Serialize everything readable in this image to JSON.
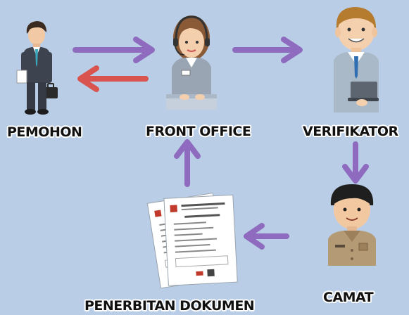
{
  "actors": {
    "pemohon": {
      "label": "PEMOHON",
      "icon": "businessman-with-briefcase-icon"
    },
    "front_office": {
      "label": "FRONT OFFICE",
      "icon": "receptionist-with-headset-icon"
    },
    "verifikator": {
      "label": "VERIFIKATOR",
      "icon": "man-with-laptop-icon"
    },
    "camat": {
      "label": "CAMAT",
      "icon": "civil-servant-icon"
    },
    "penerbitan": {
      "label": "PENERBITAN DOKUMEN",
      "icon": "documents-icon"
    }
  },
  "arrows": [
    {
      "from": "PEMOHON",
      "to": "FRONT OFFICE",
      "color": "#8e6bbf"
    },
    {
      "from": "FRONT OFFICE",
      "to": "PEMOHON",
      "color": "#d9534f"
    },
    {
      "from": "FRONT OFFICE",
      "to": "VERIFIKATOR",
      "color": "#8e6bbf"
    },
    {
      "from": "VERIFIKATOR",
      "to": "CAMAT",
      "color": "#8e6bbf"
    },
    {
      "from": "CAMAT",
      "to": "PENERBITAN DOKUMEN",
      "color": "#8e6bbf"
    },
    {
      "from": "PENERBITAN DOKUMEN",
      "to": "FRONT OFFICE",
      "color": "#8e6bbf"
    }
  ],
  "colors": {
    "background": "#b9cee6",
    "arrow_purple": "#8e6bbf",
    "arrow_red": "#d9534f"
  }
}
